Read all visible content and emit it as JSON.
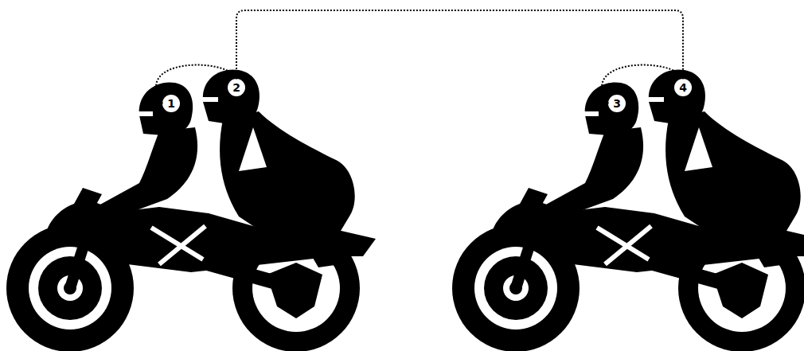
{
  "diagram": {
    "nodes": [
      {
        "text": [
          "1"
        ]
      },
      {
        "text": [
          "2"
        ]
      },
      {
        "text": [
          "3"
        ]
      },
      {
        "text": [
          "4"
        ]
      }
    ],
    "edges": [
      {
        "from": 0,
        "to": 1,
        "arrow": "both"
      },
      {
        "from": 2,
        "to": 3,
        "arrow": "both"
      },
      {
        "from": 1,
        "to": 3,
        "arrow": "both"
      }
    ]
  }
}
